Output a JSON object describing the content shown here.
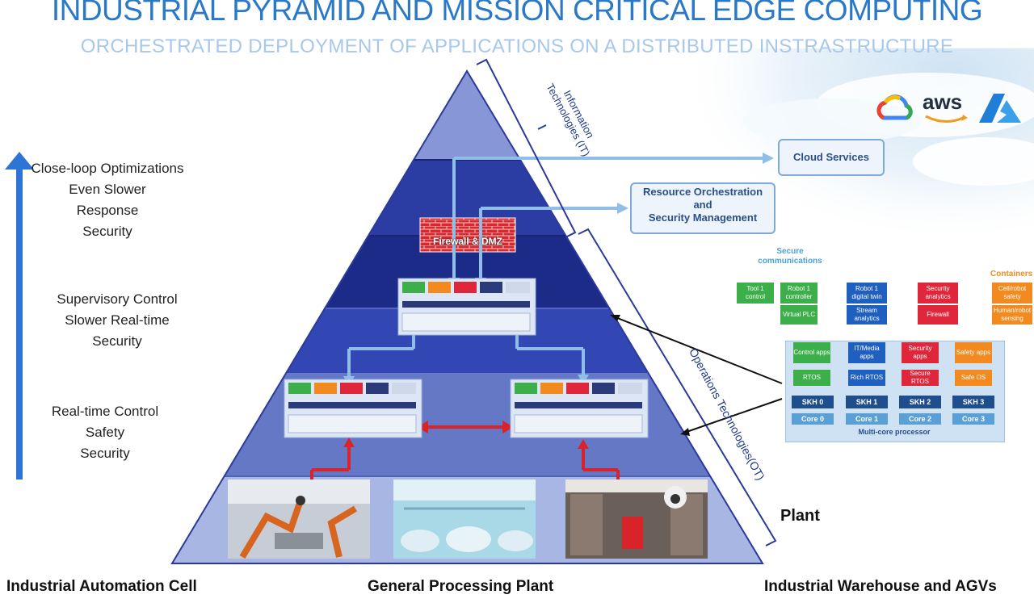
{
  "header": {
    "title": "INDUSTRIAL PYRAMID AND MISSION CRITICAL EDGE COMPUTING",
    "subtitle": "ORCHESTRATED DEPLOYMENT OF APPLICATIONS ON A DISTRIBUTED INSTRASTRUCTURE"
  },
  "levels": [
    {
      "lines": [
        "Close-loop Optimizations",
        "Even Slower",
        "Response",
        "Security"
      ]
    },
    {
      "lines": [
        "Supervisory Control",
        "Slower Real-time",
        "Security"
      ]
    },
    {
      "lines": [
        "Real-time Control",
        "Safety",
        "Security"
      ]
    }
  ],
  "brackets": {
    "it": [
      "Information",
      "Technologies (IT)"
    ],
    "ot": "Operations Technologies(OT)"
  },
  "cloud": {
    "logos": [
      "google-cloud",
      "aws",
      "azure"
    ],
    "aws_text": "aws",
    "services_label": "Cloud Services"
  },
  "orchestration": {
    "lines": [
      "Resource Orchestration",
      "and",
      "Security Management"
    ]
  },
  "firewall": {
    "label": "Firewall & DMZ"
  },
  "multicore": {
    "secure_label": [
      "Secure",
      "communications"
    ],
    "containers_label": "Containers",
    "top_apps": [
      {
        "label": "Tool 1 control",
        "color": "#3cae4a"
      },
      {
        "label": "Robot 1 controller",
        "color": "#3cae4a"
      },
      {
        "label": "Virtual PLC",
        "color": "#3cae4a"
      },
      {
        "label": "Robot 1 digital twin",
        "color": "#1f5fbf"
      },
      {
        "label": "Stream analytics",
        "color": "#1f5fbf"
      },
      {
        "label": "Security analytics",
        "color": "#e0263a"
      },
      {
        "label": "Firewall",
        "color": "#e0263a"
      },
      {
        "label": "Cell/robot safety",
        "color": "#f28a1f"
      },
      {
        "label": "Human/robot sensing",
        "color": "#f28a1f"
      }
    ],
    "columns": [
      {
        "apps": "Control apps",
        "os": "RTOS",
        "skh": "SKH 0",
        "core": "Core 0",
        "color": "#3cae4a"
      },
      {
        "apps": "IT/Media apps",
        "os": "Rich RTOS",
        "skh": "SKH 1",
        "core": "Core 1",
        "color": "#1f5fbf"
      },
      {
        "apps": "Security apps",
        "os": "Secure RTOS",
        "skh": "SKH 2",
        "core": "Core 2",
        "color": "#e0263a"
      },
      {
        "apps": "Safety apps",
        "os": "Safe OS",
        "skh": "SKH 3",
        "core": "Core 3",
        "color": "#f28a1f"
      }
    ],
    "footer": "Multi-core processor"
  },
  "plant_label": "Plant",
  "bottom_labels": [
    "Industrial Automation Cell",
    "General Processing Plant",
    "Industrial Warehouse and AGVs"
  ],
  "colors": {
    "title": "#2a79c9",
    "pyramid_top": "#7d8fd2",
    "pyramid_l2": "#2f3fa6",
    "pyramid_l3": "#1e2d8a",
    "pyramid_l4": "#3a4fb8",
    "pyramid_l5": "#6f83cc",
    "pyramid_base": "#aab8e2",
    "arrow_red": "#d8232a",
    "arrow_light": "#7fb2e0"
  }
}
